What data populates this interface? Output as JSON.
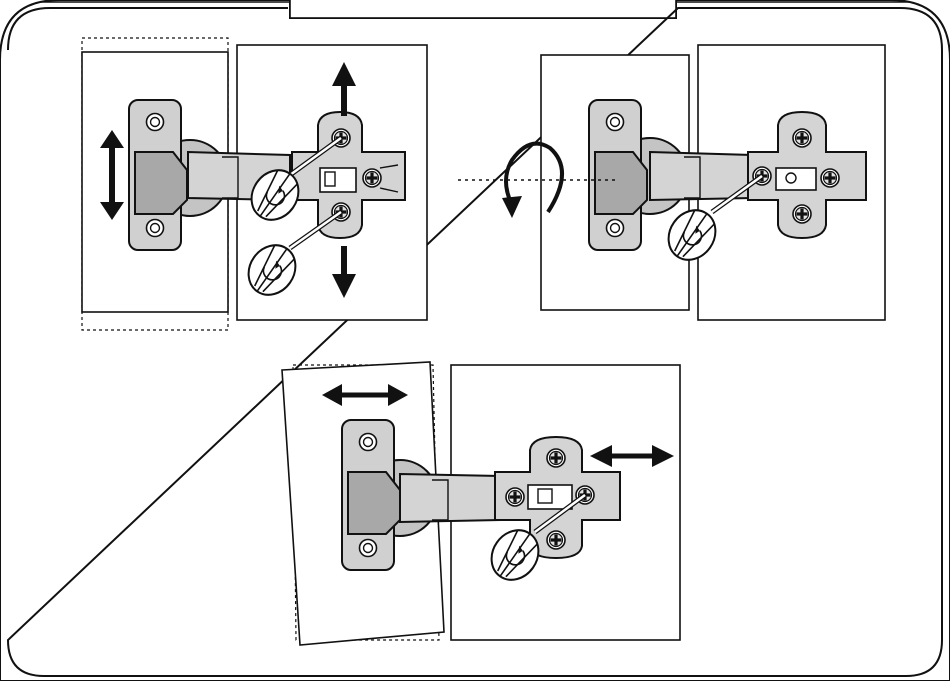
{
  "title_tab": "",
  "panels": [
    {
      "id": "vertical-adjustment",
      "arrows": "up-down",
      "screwdrivers": 2
    },
    {
      "id": "depth-adjustment",
      "arrows": "rotation",
      "screwdrivers": 1
    },
    {
      "id": "side-adjustment",
      "arrows": "left-right",
      "screwdrivers": 1
    }
  ],
  "colors": {
    "line": "#111111",
    "metal": "#d2d2d2",
    "metal_dark": "#a9a9a9",
    "hub": "#c4c4c4",
    "background": "#ffffff"
  },
  "icons": [
    "screwdriver-icon",
    "phillips-screw-icon",
    "rotation-arrow-icon",
    "double-arrow-icon"
  ]
}
